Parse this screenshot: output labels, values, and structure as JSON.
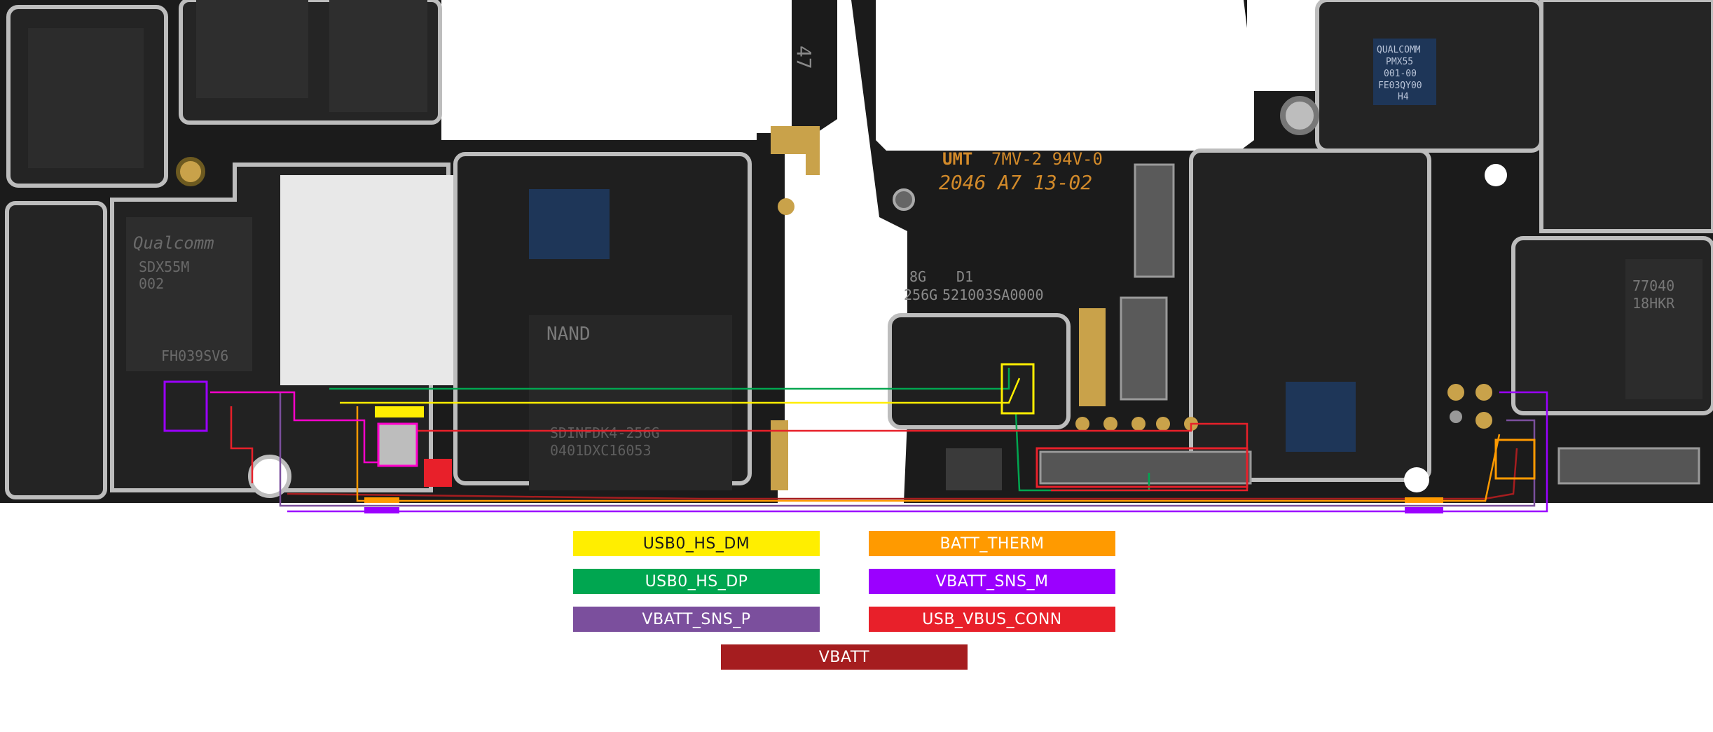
{
  "board": {
    "colors": {
      "pcb": "#1b1b1b",
      "pcb_dark": "#111111",
      "shield": "#bcbcbc",
      "gold": "#c9a24a",
      "chip": "#2a2a2a",
      "pad": "#d8d8d8",
      "background": "#ffffff"
    },
    "markings": {
      "vendor": "UMT",
      "spec": "7MV-2 94V-0",
      "date_code": "2046 A7 13-02",
      "mem_size": "8G",
      "mem_size2": "256G",
      "rev": "D1",
      "serial": "521003SA0000",
      "number": "47",
      "nand": "NAND",
      "flash_part": "SDINFDK4-256G",
      "flash_lot": "0401DXC16053",
      "qualcomm": "Qualcomm",
      "modem_part": "SDX55M",
      "modem_rev": "002",
      "modem_lot": "FH039SV6",
      "pmx_brand": "QUALCOMM",
      "pmx_part": "PMX55",
      "pmx_rev": "001-00",
      "pmx_lot": "FE03QY00",
      "pmx_id": "H4",
      "right_chip": "77040",
      "right_chip2": "18HKR"
    }
  },
  "legend": [
    {
      "label": "USB0_HS_DM",
      "color": "#ffee00",
      "dark_text": true
    },
    {
      "label": "BATT_THERM",
      "color": "#ff9a00",
      "dark_text": false
    },
    {
      "label": "USB0_HS_DP",
      "color": "#00a650",
      "dark_text": false
    },
    {
      "label": "VBATT_SNS_M",
      "color": "#9b00ff",
      "dark_text": false
    },
    {
      "label": "VBATT_SNS_P",
      "color": "#7b4f9d",
      "dark_text": false
    },
    {
      "label": "USB_VBUS_CONN",
      "color": "#e8202a",
      "dark_text": false
    },
    {
      "label": "VBATT",
      "color": "#a51d1f",
      "dark_text": false
    }
  ]
}
